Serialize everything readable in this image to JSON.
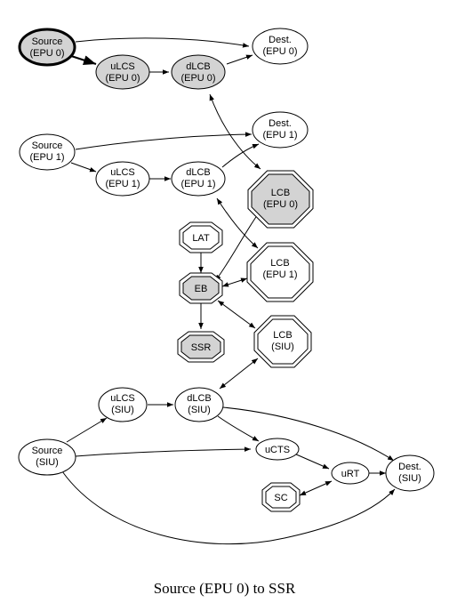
{
  "caption": "Source (EPU 0) to SSR",
  "colors": {
    "highlight": "#d3d3d3",
    "plain": "#ffffff",
    "stroke": "#000000"
  },
  "nodes": {
    "source_epu0": [
      "Source",
      "(EPU 0)"
    ],
    "ulcs_epu0": [
      "uLCS",
      "(EPU 0)"
    ],
    "dlcb_epu0": [
      "dLCB",
      "(EPU 0)"
    ],
    "dest_epu0": [
      "Dest.",
      "(EPU 0)"
    ],
    "source_epu1": [
      "Source",
      "(EPU 1)"
    ],
    "ulcs_epu1": [
      "uLCS",
      "(EPU 1)"
    ],
    "dlcb_epu1": [
      "dLCB",
      "(EPU 1)"
    ],
    "dest_epu1": [
      "Dest.",
      "(EPU 1)"
    ],
    "lcb_epu0": [
      "LCB",
      "(EPU 0)"
    ],
    "lat": [
      "LAT"
    ],
    "lcb_epu1": [
      "LCB",
      "(EPU 1)"
    ],
    "eb": [
      "EB"
    ],
    "ssr": [
      "SSR"
    ],
    "lcb_siu": [
      "LCB",
      "(SIU)"
    ],
    "ulcs_siu": [
      "uLCS",
      "(SIU)"
    ],
    "dlcb_siu": [
      "dLCB",
      "(SIU)"
    ],
    "source_siu": [
      "Source",
      "(SIU)"
    ],
    "ucts": [
      "uCTS"
    ],
    "urt": [
      "uRT"
    ],
    "dest_siu": [
      "Dest.",
      "(SIU)"
    ],
    "sc": [
      "SC"
    ]
  }
}
